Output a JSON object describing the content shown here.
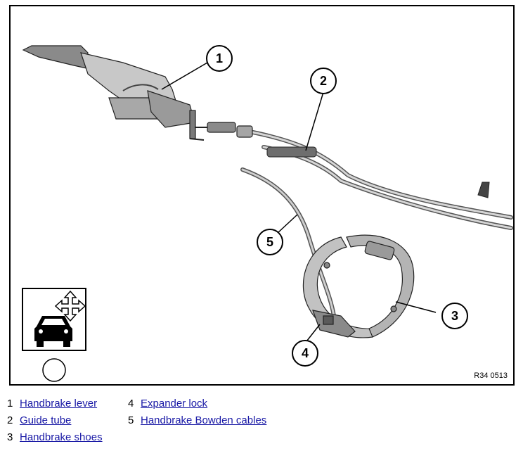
{
  "figure": {
    "code": "R34 0513",
    "callouts": [
      "1",
      "2",
      "3",
      "4",
      "5"
    ]
  },
  "legend": [
    {
      "num": "1",
      "label": "Handbrake lever"
    },
    {
      "num": "2",
      "label": "Guide tube"
    },
    {
      "num": "3",
      "label": "Handbrake shoes"
    },
    {
      "num": "4",
      "label": "Expander lock"
    },
    {
      "num": "5",
      "label": "Handbrake Bowden cables"
    }
  ],
  "colors": {
    "link": "#1a1aa6",
    "line": "#000000",
    "part_fill": "#c8c8c8",
    "part_dark": "#6e6e6e"
  }
}
